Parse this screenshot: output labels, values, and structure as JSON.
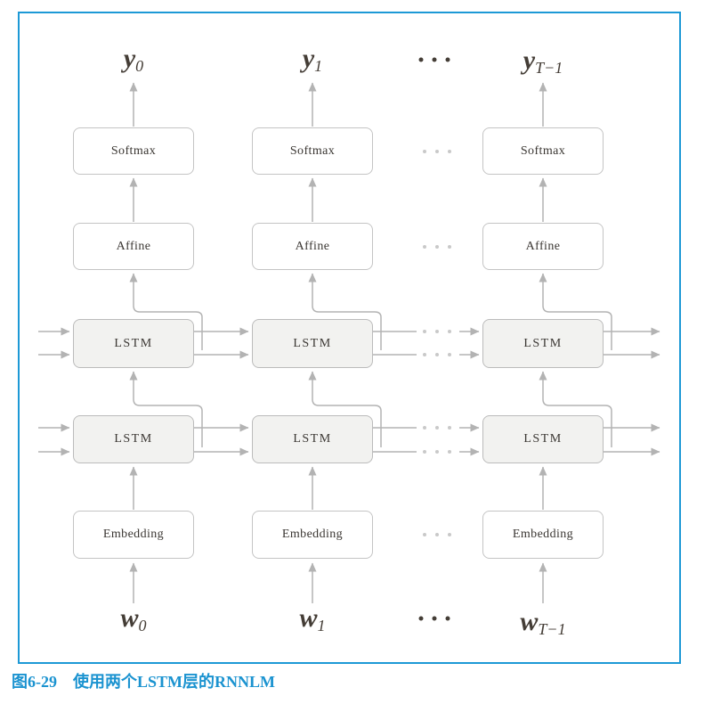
{
  "figure": {
    "caption": {
      "number": "图6-29",
      "title": "使用两个LSTM层的RNNLM"
    },
    "io": {
      "output_base": "y",
      "input_base": "w",
      "subscripts": [
        "0",
        "1",
        "T−1"
      ]
    },
    "boxes": {
      "softmax": "Softmax",
      "affine": "Affine",
      "lstm": "LSTM",
      "embedding": "Embedding"
    },
    "theme": {
      "frame_color": "#1d99d6",
      "caption_color": "#1b93d0",
      "line_color": "#b3b3b3",
      "box_border": "#c4c4c4",
      "lstm_border": "#bbbbbb",
      "box_fill_white": "#ffffff",
      "box_fill_lstm": "#f2f2f0",
      "text_color": "#3a3632",
      "label_color": "#443d36",
      "dot_light": "#c9c9c9",
      "dot_dark": "#443d36"
    }
  }
}
